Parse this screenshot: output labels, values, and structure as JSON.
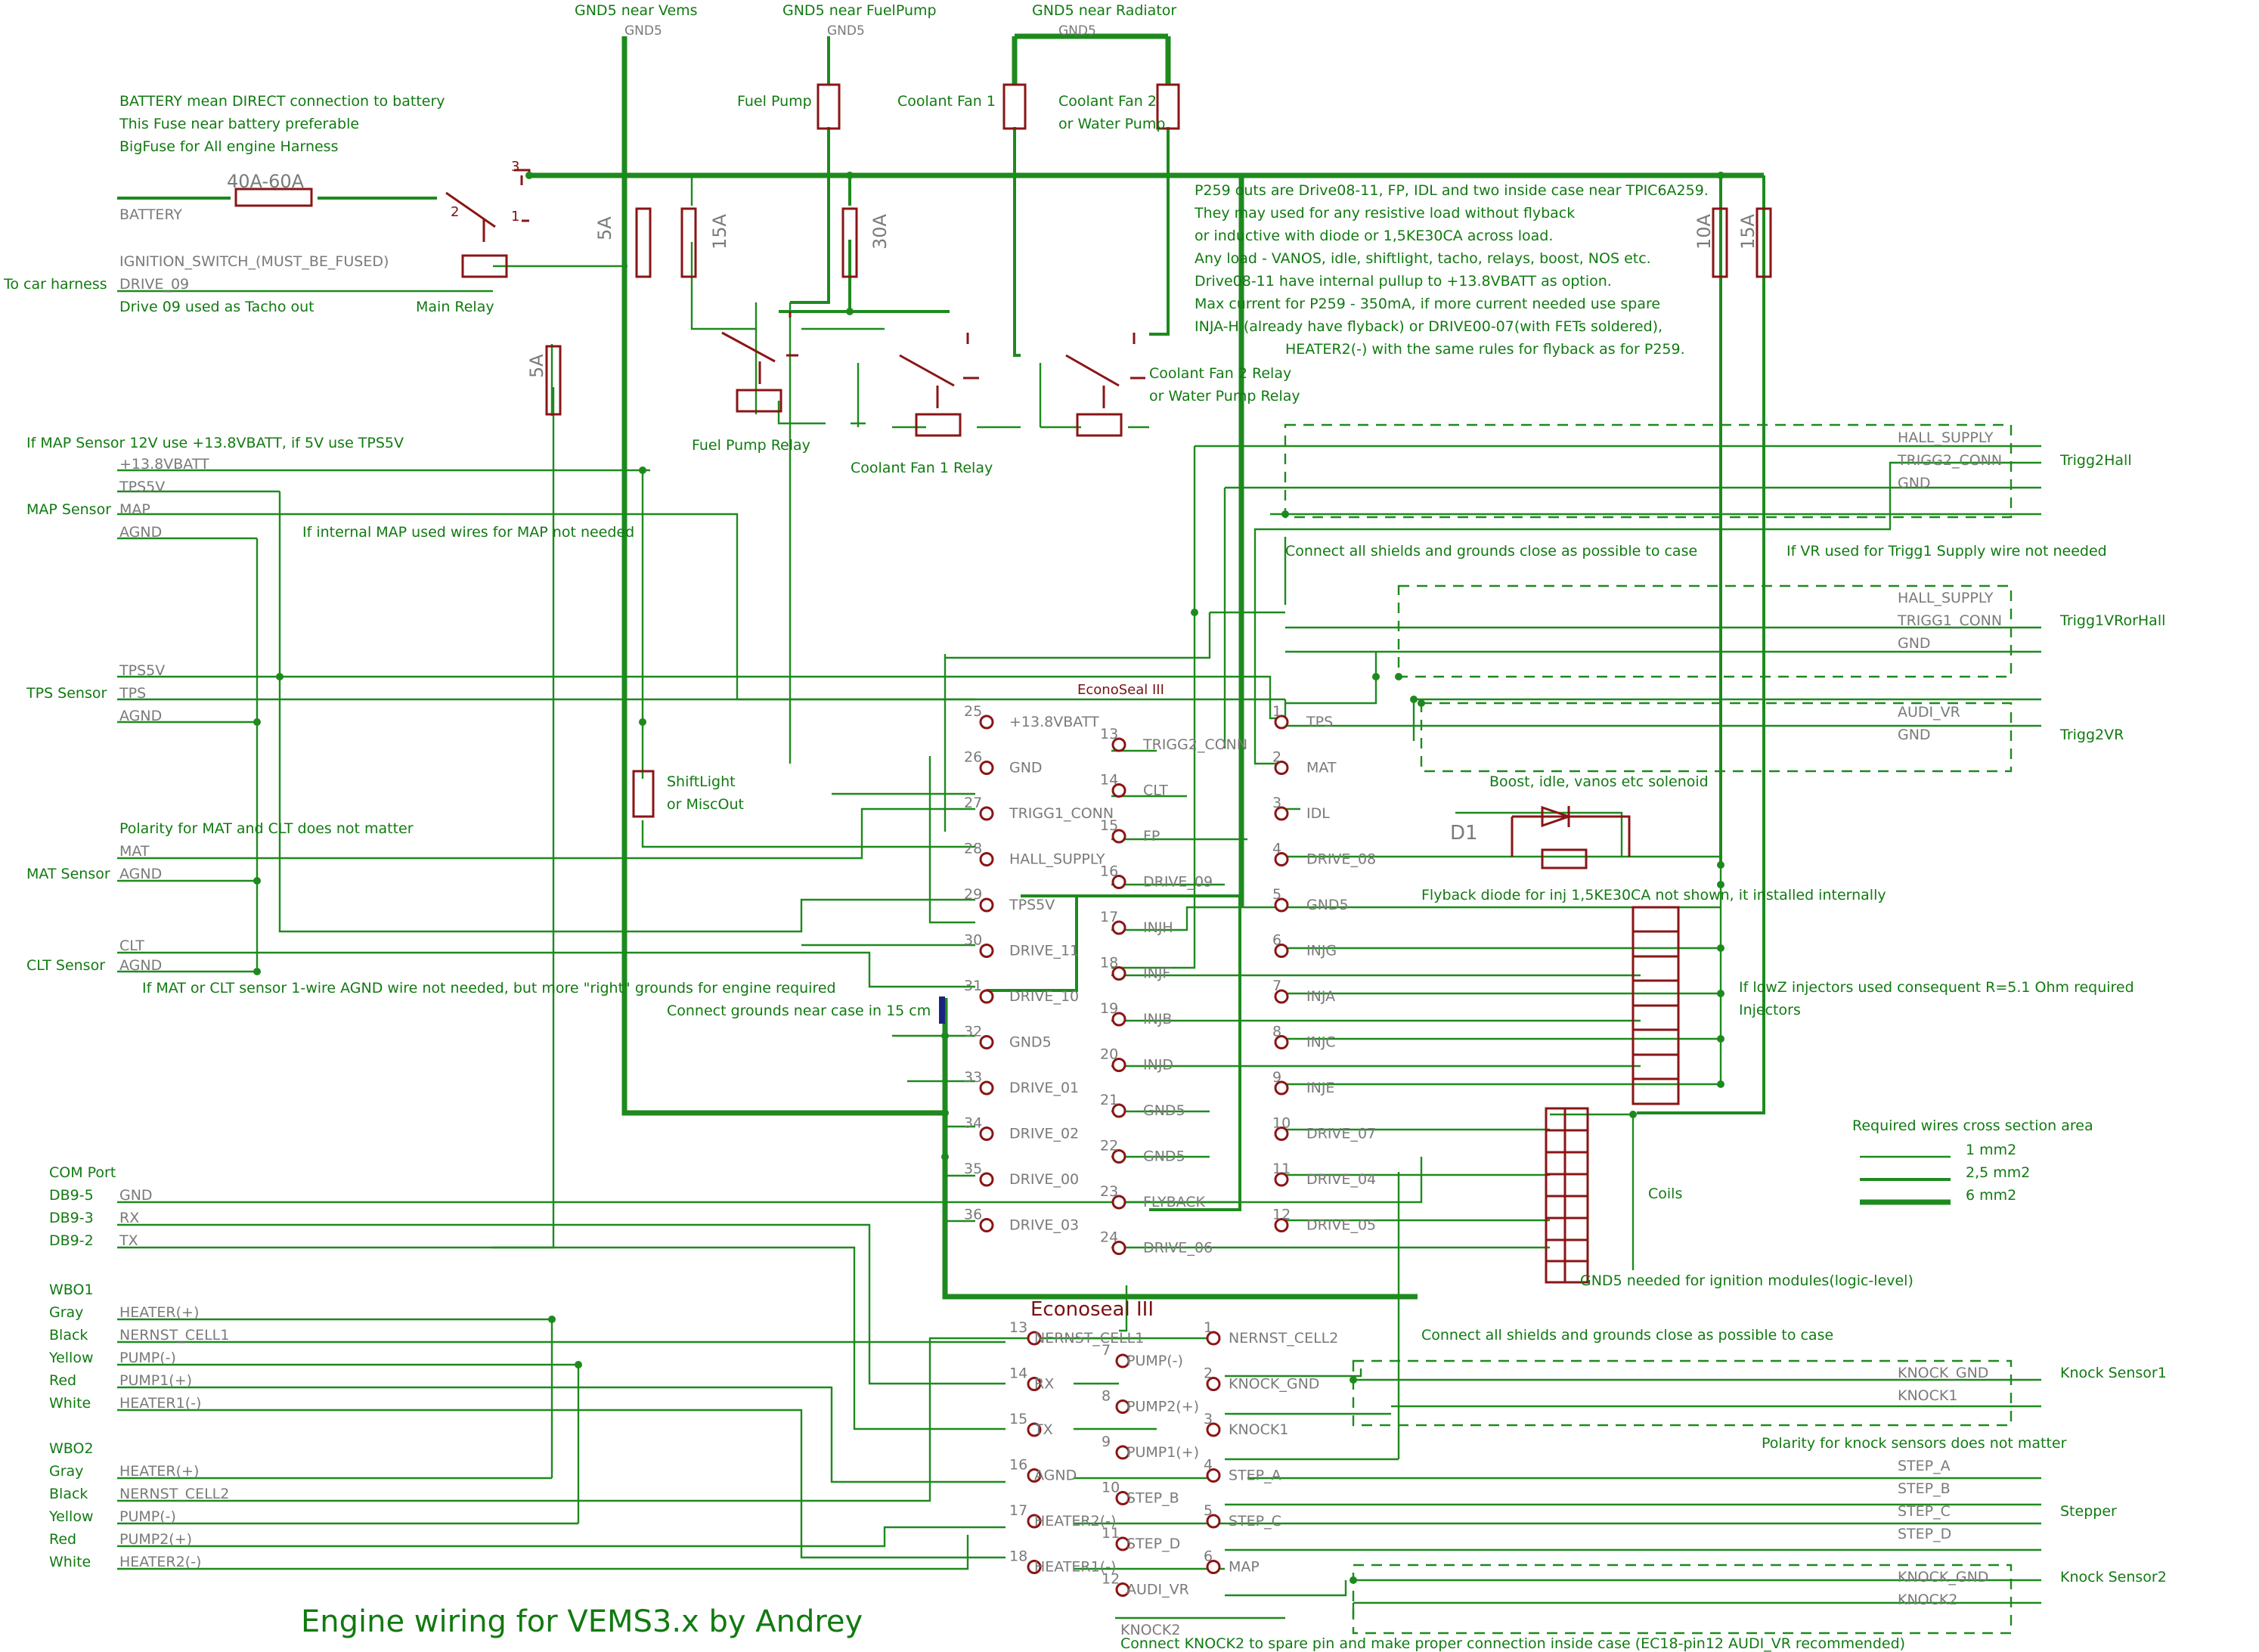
{
  "title": "Engine wiring for VEMS3.x by Andrey",
  "top_grounds": {
    "gnd_vems": "GND5 near Vems",
    "gnd_fuelpump": "GND5 near FuelPump",
    "gnd_radiator": "GND5 near Radiator",
    "gnd5": "GND5"
  },
  "battery": {
    "notes": [
      "BATTERY mean DIRECT connection to battery",
      "This Fuse near battery preferable",
      "BigFuse for All engine Harness"
    ],
    "fuse": "40A-60A",
    "label": "BATTERY",
    "ignition": "IGNITION_SWITCH_(MUST_BE_FUSED)",
    "drive09": "DRIVE_09",
    "to_harness": "To car harness",
    "tacho": "Drive 09 used as Tacho out",
    "main_relay": "Main Relay"
  },
  "fuses": {
    "f5a": "5A",
    "f15a": "15A",
    "f30a": "30A",
    "f10a": "10A",
    "f15b": "15A",
    "f5b": "5A"
  },
  "loads": {
    "fuel_pump": "Fuel Pump",
    "fan1": "Coolant Fan 1",
    "fan2": "Coolant Fan 2",
    "water_pump": "or Water Pump"
  },
  "relays": {
    "fuel_pump_relay": "Fuel Pump Relay",
    "fan1_relay": "Coolant Fan 1 Relay",
    "fan2_relay": "Coolant Fan 2 Relay",
    "water_pump_relay": "or Water Pump Relay"
  },
  "p259_notes": [
    "P259 outs are Drive08-11, FP, IDL and two inside case near TPIC6A259.",
    "They may used for any resistive load without flyback",
    "or inductive with diode or 1,5KE30CA across load.",
    "Any load - VANOS, idle, shiftlight, tacho, relays, boost, NOS etc.",
    "Drive08-11 have internal pullup to +13.8VBATT as option.",
    "Max current for P259 - 350mA, if more current needed use spare",
    "INJA-H (already have flyback) or DRIVE00-07(with FETs soldered),",
    "HEATER2(-) with the same rules for flyback as for P259."
  ],
  "sensors": {
    "map_note": "If MAP Sensor 12V use +13.8VBATT, if 5V use TPS5V",
    "vbatt": "+13.8VBATT",
    "tps5v": "TPS5V",
    "map_sensor": "MAP Sensor",
    "map": "MAP",
    "agnd": "AGND",
    "internal_map": "If internal MAP used wires for MAP not needed",
    "tps_sensor": "TPS Sensor",
    "tps": "TPS",
    "polarity": "Polarity for MAT and CLT does not matter",
    "mat": "MAT",
    "mat_sensor": "MAT Sensor",
    "clt": "CLT",
    "clt_sensor": "CLT Sensor",
    "agnd_note": "If MAT or CLT sensor 1-wire AGND wire not needed, but more \"right\" grounds for engine required",
    "connect_grounds": "Connect grounds near case in 15 cm",
    "shiftlight": "ShiftLight",
    "miscout": "or MiscOut"
  },
  "trigger": {
    "hall_supply": "HALL_SUPPLY",
    "trigg2_conn": "TRIGG2_CONN",
    "gnd": "GND",
    "trigg2hall": "Trigg2Hall",
    "shields_note": "Connect all shields and grounds close as possible to case",
    "vr_note": "If VR used for Trigg1 Supply wire not needed",
    "trigg1_conn": "TRIGG1_CONN",
    "trigg1vr": "Trigg1VRorHall",
    "audi_vr": "AUDI_VR",
    "trigg2vr": "Trigg2VR"
  },
  "econoseal1": {
    "title": "EconoSeal III",
    "left": [
      {
        "n": "25",
        "l": "+13.8VBATT"
      },
      {
        "n": "26",
        "l": "GND"
      },
      {
        "n": "27",
        "l": "TRIGG1_CONN"
      },
      {
        "n": "28",
        "l": "HALL_SUPPLY"
      },
      {
        "n": "29",
        "l": "TPS5V"
      },
      {
        "n": "30",
        "l": "DRIVE_11"
      },
      {
        "n": "31",
        "l": "DRIVE_10"
      },
      {
        "n": "32",
        "l": "GND5"
      },
      {
        "n": "33",
        "l": "DRIVE_01"
      },
      {
        "n": "34",
        "l": "DRIVE_02"
      },
      {
        "n": "35",
        "l": "DRIVE_00"
      },
      {
        "n": "36",
        "l": "DRIVE_03"
      }
    ],
    "mid": [
      {
        "n": "13",
        "l": "TRIGG2_CONN"
      },
      {
        "n": "14",
        "l": "CLT"
      },
      {
        "n": "15",
        "l": "FP"
      },
      {
        "n": "16",
        "l": "DRIVE_09"
      },
      {
        "n": "17",
        "l": "INJH"
      },
      {
        "n": "18",
        "l": "INJF"
      },
      {
        "n": "19",
        "l": "INJB"
      },
      {
        "n": "20",
        "l": "INJD"
      },
      {
        "n": "21",
        "l": "GND5"
      },
      {
        "n": "22",
        "l": "GND5"
      },
      {
        "n": "23",
        "l": "FLYBACK"
      },
      {
        "n": "24",
        "l": "DRIVE_06"
      }
    ],
    "right": [
      {
        "n": "1",
        "l": "TPS"
      },
      {
        "n": "2",
        "l": "MAT"
      },
      {
        "n": "3",
        "l": "IDL"
      },
      {
        "n": "4",
        "l": "DRIVE_08"
      },
      {
        "n": "5",
        "l": "GND5"
      },
      {
        "n": "6",
        "l": "INJG"
      },
      {
        "n": "7",
        "l": "INJA"
      },
      {
        "n": "8",
        "l": "INJC"
      },
      {
        "n": "9",
        "l": "INJE"
      },
      {
        "n": "10",
        "l": "DRIVE_07"
      },
      {
        "n": "11",
        "l": "DRIVE_04"
      },
      {
        "n": "12",
        "l": "DRIVE_05"
      }
    ]
  },
  "outputs": {
    "boost": "Boost, idle, vanos etc solenoid",
    "d1": "D1",
    "flyback": "Flyback diode for inj 1,5KE30CA not shown, it installed internally",
    "lowz": "If lowZ injectors used consequent R=5.1 Ohm required",
    "injectors": "Injectors",
    "coils": "Coils",
    "gnd5_ign": "GND5 needed for ignition modules(logic-level)"
  },
  "legend": {
    "title": "Required wires cross section area",
    "items": [
      "1 mm2",
      "2,5 mm2",
      "6 mm2"
    ]
  },
  "com": {
    "title": "COM Port",
    "pins": [
      {
        "p": "DB9-5",
        "s": "GND"
      },
      {
        "p": "DB9-3",
        "s": "RX"
      },
      {
        "p": "DB9-2",
        "s": "TX"
      }
    ]
  },
  "wbo1": {
    "title": "WBO1",
    "wires": [
      {
        "c": "Gray",
        "s": "HEATER(+)"
      },
      {
        "c": "Black",
        "s": "NERNST_CELL1"
      },
      {
        "c": "Yellow",
        "s": "PUMP(-)"
      },
      {
        "c": "Red",
        "s": "PUMP1(+)"
      },
      {
        "c": "White",
        "s": "HEATER1(-)"
      }
    ]
  },
  "wbo2": {
    "title": "WBO2",
    "wires": [
      {
        "c": "Gray",
        "s": "HEATER(+)"
      },
      {
        "c": "Black",
        "s": "NERNST_CELL2"
      },
      {
        "c": "Yellow",
        "s": "PUMP(-)"
      },
      {
        "c": "Red",
        "s": "PUMP2(+)"
      },
      {
        "c": "White",
        "s": "HEATER2(-)"
      }
    ]
  },
  "econoseal2": {
    "title": "Econoseal III",
    "left": [
      {
        "n": "13",
        "l": "NERNST_CELL1"
      },
      {
        "n": "14",
        "l": "RX"
      },
      {
        "n": "15",
        "l": "TX"
      },
      {
        "n": "16",
        "l": "AGND"
      },
      {
        "n": "17",
        "l": "HEATER2(-)"
      },
      {
        "n": "18",
        "l": "HEATER1(-)"
      }
    ],
    "mid": [
      {
        "n": "7",
        "l": "PUMP(-)"
      },
      {
        "n": "8",
        "l": "PUMP2(+)"
      },
      {
        "n": "9",
        "l": "PUMP1(+)"
      },
      {
        "n": "10",
        "l": "STEP_B"
      },
      {
        "n": "11",
        "l": "STEP_D"
      },
      {
        "n": "12",
        "l": "AUDI_VR"
      }
    ],
    "right": [
      {
        "n": "1",
        "l": "NERNST_CELL2"
      },
      {
        "n": "2",
        "l": "KNOCK_GND"
      },
      {
        "n": "3",
        "l": "KNOCK1"
      },
      {
        "n": "4",
        "l": "STEP_A"
      },
      {
        "n": "5",
        "l": "STEP_C"
      },
      {
        "n": "6",
        "l": "MAP"
      }
    ],
    "knock2": "KNOCK2"
  },
  "knock": {
    "shields": "Connect all shields and grounds close as possible to case",
    "knock_gnd": "KNOCK_GND",
    "knock1": "KNOCK1",
    "sensor1": "Knock Sensor1",
    "polarity": "Polarity for knock sensors does not matter",
    "steps": [
      "STEP_A",
      "STEP_B",
      "STEP_C",
      "STEP_D"
    ],
    "stepper": "Stepper",
    "knock2": "KNOCK2",
    "sensor2": "Knock Sensor2",
    "knock2_note": "Connect KNOCK2 to spare pin and make proper connection inside case (EC18-pin12 AUDI_VR recommended)"
  }
}
